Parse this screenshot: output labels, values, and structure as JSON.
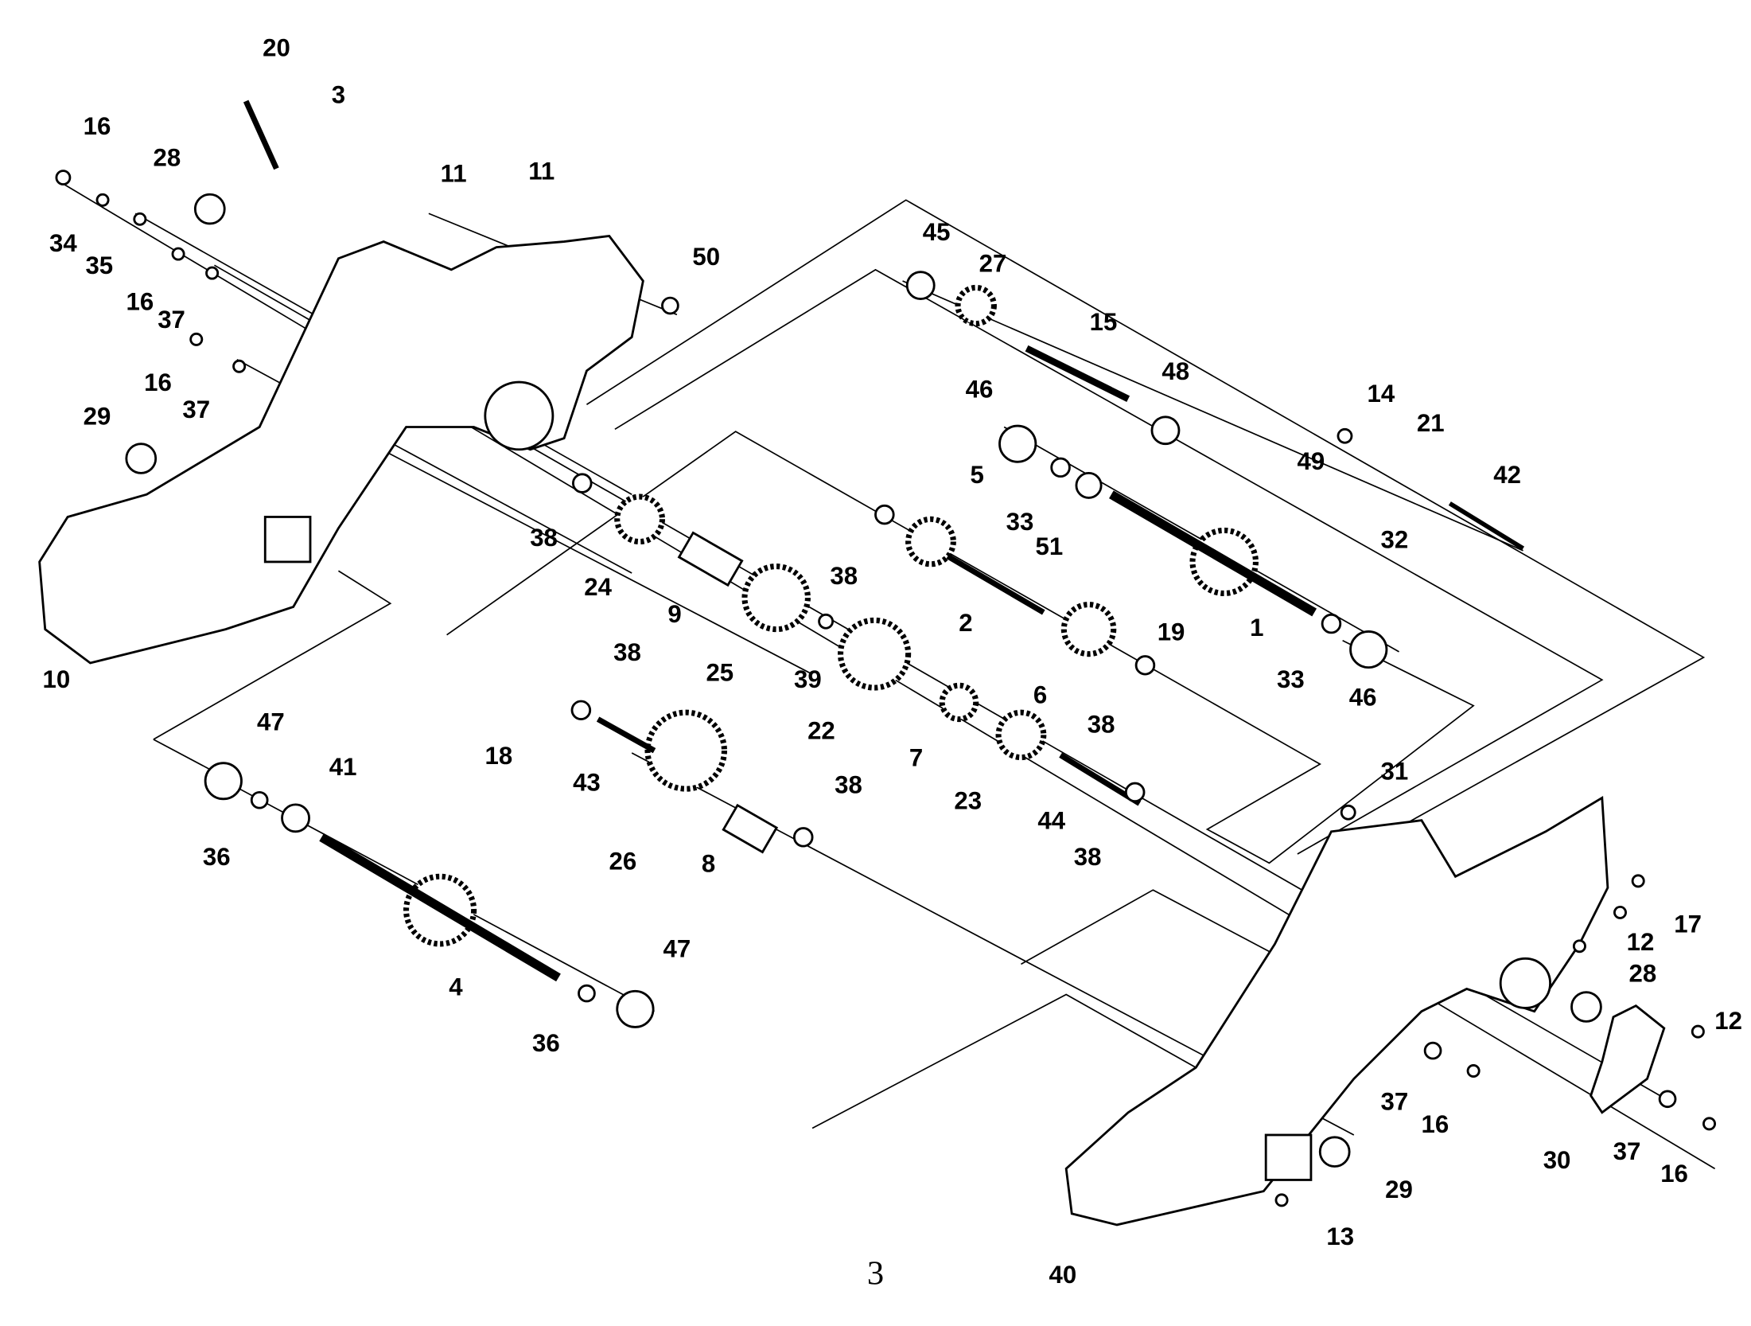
{
  "page_number": "3",
  "callouts": [
    "20",
    "3",
    "16",
    "28",
    "11",
    "11",
    "34",
    "35",
    "16",
    "37",
    "16",
    "37",
    "29",
    "45",
    "27",
    "50",
    "15",
    "48",
    "46",
    "14",
    "21",
    "49",
    "42",
    "32",
    "38",
    "24",
    "5",
    "33",
    "51",
    "38",
    "9",
    "2",
    "19",
    "1",
    "25",
    "39",
    "22",
    "6",
    "38",
    "33",
    "46",
    "10",
    "38",
    "7",
    "23",
    "47",
    "41",
    "18",
    "43",
    "31",
    "36",
    "26",
    "8",
    "38",
    "44",
    "38",
    "17",
    "12",
    "28",
    "12",
    "4",
    "47",
    "36",
    "37",
    "16",
    "30",
    "37",
    "16",
    "29",
    "13",
    "40"
  ],
  "colors": {
    "line": "#000000",
    "background": "#ffffff"
  }
}
